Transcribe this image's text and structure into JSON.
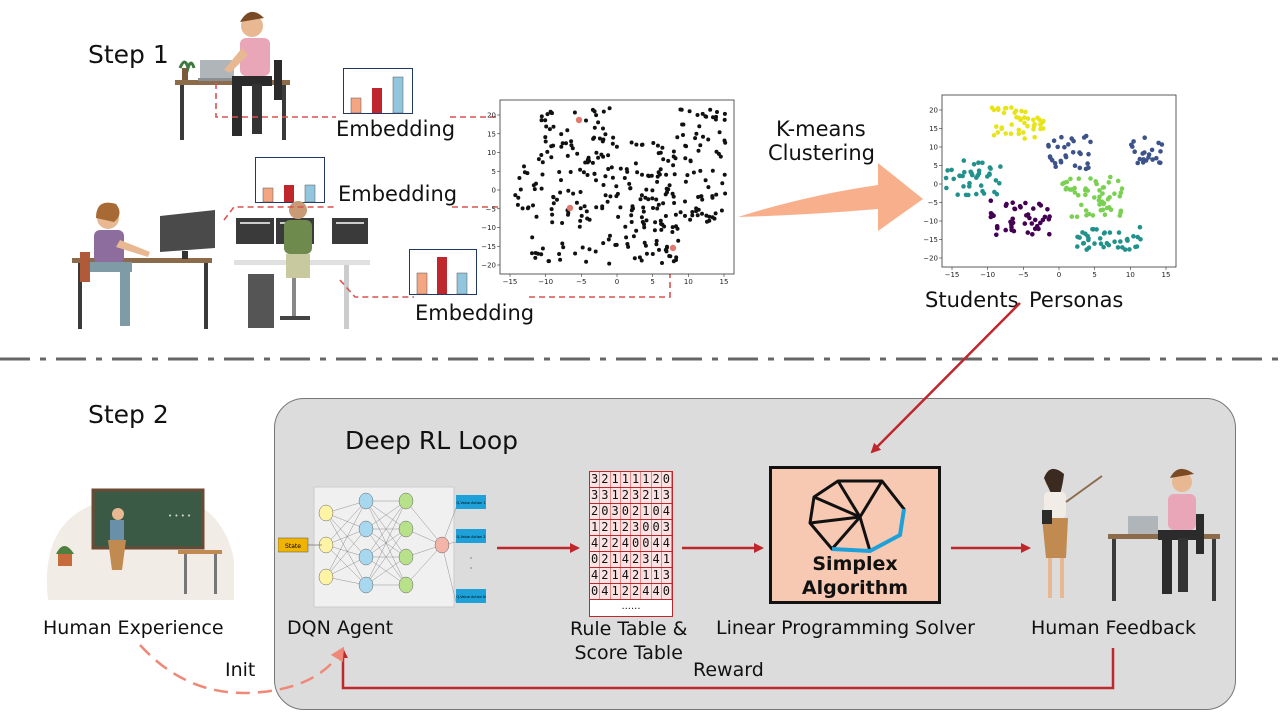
{
  "step1": {
    "title": "Step 1",
    "embedding_labels": [
      "Embedding",
      "Embedding",
      "Embedding"
    ],
    "clustering_label_line1": "K-means",
    "clustering_label_line2": "Clustering",
    "students_label": "Students",
    "personas_label": "Personas"
  },
  "step2": {
    "title": "Step 2",
    "loop_title": "Deep RL Loop",
    "human_experience": "Human Experience",
    "dqn_agent": "DQN Agent",
    "rule_table_line1": "Rule Table &",
    "rule_table_line2": "Score Table",
    "simplex_line1": "Simplex",
    "simplex_line2": "Algorithm",
    "lp_solver": "Linear Programming  Solver",
    "human_feedback": "Human Feedback",
    "init_label": "Init",
    "reward_label": "Reward",
    "state_label": "State",
    "q_value_labels": [
      "Q-Value Action 1",
      "Q-Value Action 2",
      "Q-Value Action N"
    ],
    "rule_table_rows": [
      "32111120",
      "33123213",
      "20302104",
      "12123003",
      "42240044",
      "02142341",
      "42142113",
      "04122440"
    ],
    "rule_table_ellipsis": "......"
  },
  "plot_ticks": {
    "x": [
      "−15",
      "−10",
      "−5",
      "0",
      "5",
      "10",
      "15"
    ],
    "y": [
      "20",
      "15",
      "10",
      "5",
      "0",
      "−5",
      "−10",
      "−15",
      "−20"
    ]
  },
  "colors": {
    "dashed_red": "#d9534f",
    "arrow_red": "#c0272d",
    "big_arrow": "#f8b08c",
    "bar_light": "#f4a582",
    "bar_dark": "#c0272d",
    "bar_blue": "#92c5de",
    "cluster_yellow": "#e7e419",
    "cluster_teal": "#21918c",
    "cluster_purple": "#440154",
    "cluster_navy": "#3b528b",
    "cluster_green": "#7ad151"
  }
}
